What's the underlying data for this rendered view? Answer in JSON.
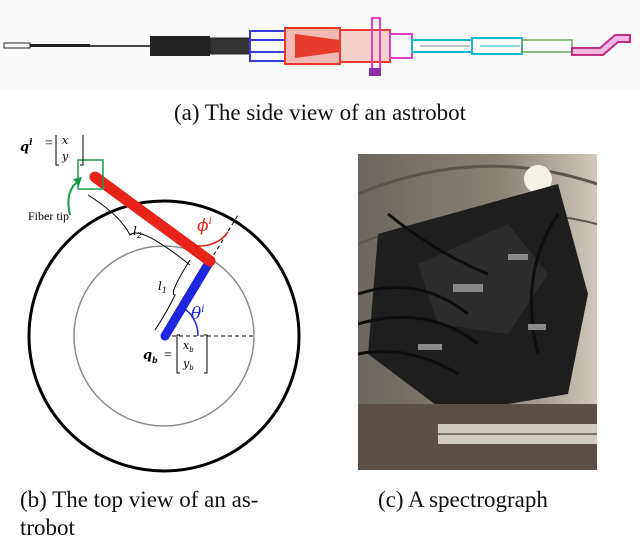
{
  "captions": {
    "a": "(a) The side view of an astrobot",
    "b": "(b) The top view of an as-",
    "b_cont": "trobot",
    "c": "(c) A spectrograph"
  },
  "diagram_b": {
    "fiber_tip_label": "Fiber tip",
    "q_label": "q",
    "q_sup": "i",
    "q_vector": [
      "x",
      "y"
    ],
    "qb_label": "q",
    "qb_sub": "b",
    "qb_vector": [
      "x",
      "y"
    ],
    "qb_vec_sub": "b",
    "l1": "l",
    "l1_sub": "1",
    "l2": "l",
    "l2_sub": "2",
    "theta": "θ",
    "phi": "ϕ",
    "angle_sup": "i",
    "colors": {
      "arm_red": "#e8231a",
      "arm_blue": "#1f26e0",
      "angle_blue": "#1f26e0",
      "angle_red": "#e8231a",
      "arrow_green": "#1a9a4a",
      "outer_circle": "#000000",
      "inner_circle": "#8c8c8c"
    }
  },
  "diagram_a": {
    "colors": {
      "body_black": "#222222",
      "motor_blue": "#3a3ad6",
      "motor_red": "#e8392d",
      "purple": "#8a2fa8",
      "magenta": "#e040c0",
      "cyan": "#17b8c8",
      "ferrule": "#c03080"
    }
  }
}
